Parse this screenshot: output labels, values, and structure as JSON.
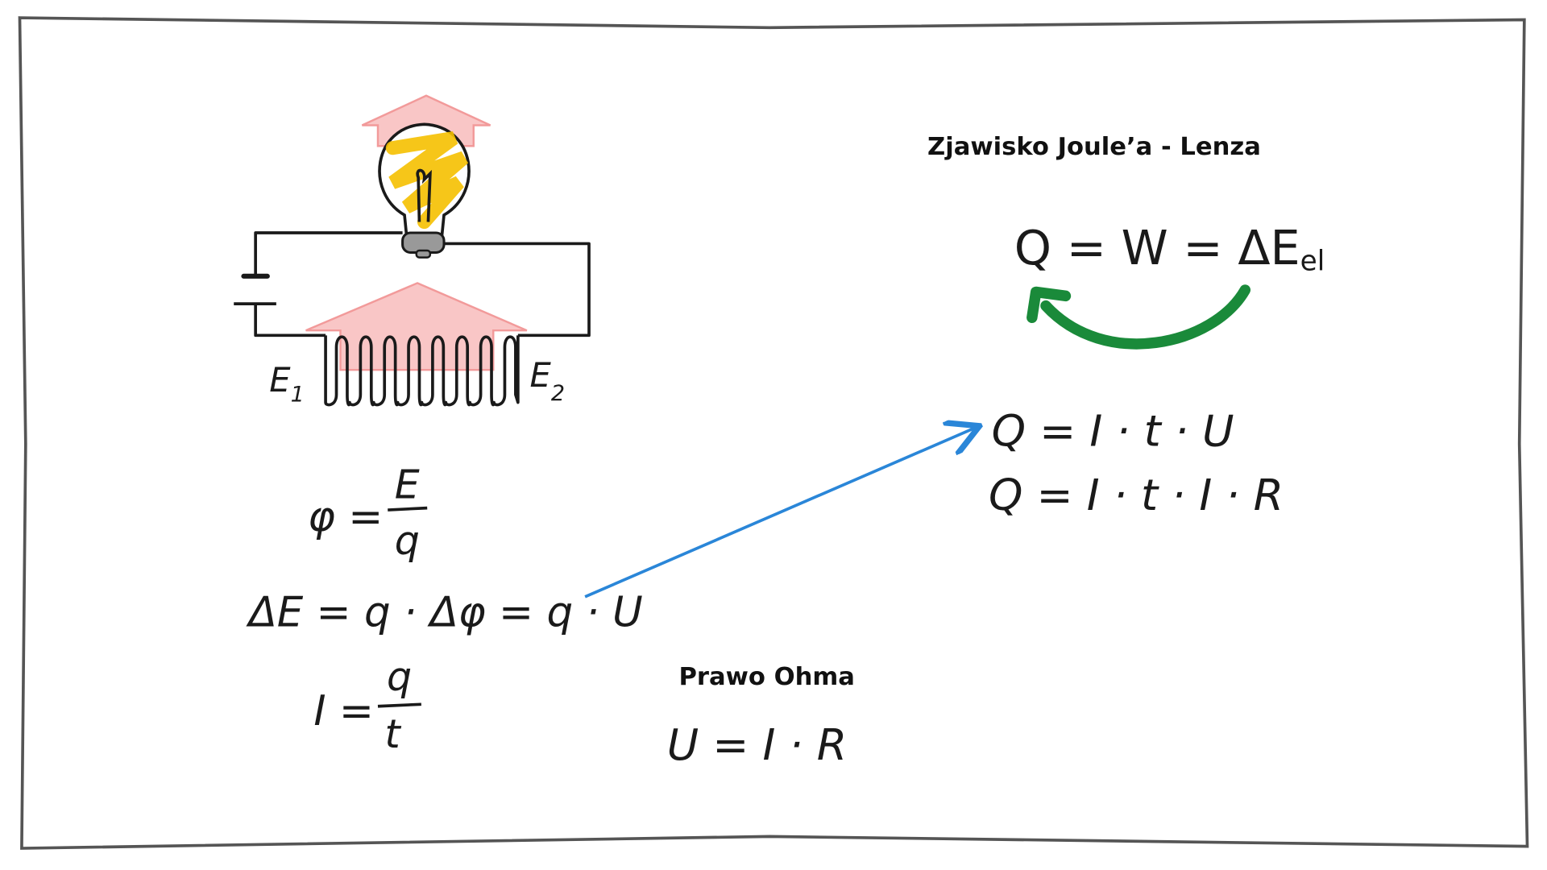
{
  "titles": {
    "joule_lenz": "Zjawisko Joule’a - Lenza",
    "ohm": "Prawo Ohma"
  },
  "circuit": {
    "e1": "E",
    "e1_sub": "1",
    "e2": "E",
    "e2_sub": "2"
  },
  "formulas": {
    "q_w_e": "Q = W = ΔE",
    "q_w_e_sub": "el",
    "q_itu": "Q = I · t · U",
    "q_itir": "Q = I · t · I · R",
    "phi_lhs": "φ =",
    "phi_num": "E",
    "phi_den": "q",
    "delta_e": "ΔE = q · Δφ = q · U",
    "i_lhs": "I =",
    "i_num": "q",
    "i_den": "t",
    "ohm": "U = I · R"
  },
  "colors": {
    "heat_arrow": "#f7b3b3",
    "bulb_fill": "#f5c000",
    "curved_arrow": "#1a8a3a",
    "link_arrow": "#2a86d8"
  }
}
